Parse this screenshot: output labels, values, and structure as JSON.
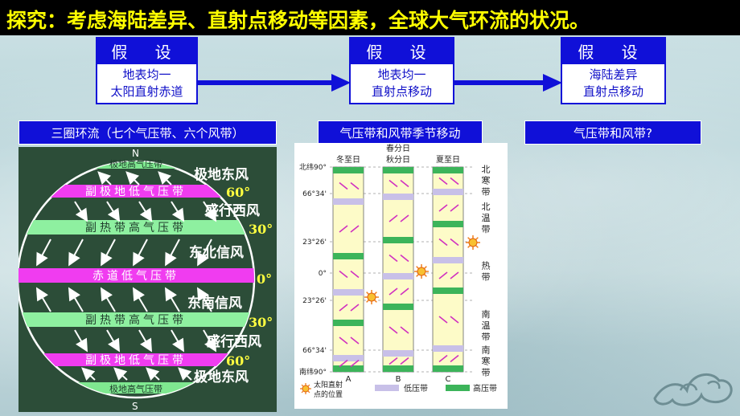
{
  "title": "探究：考虑海陆差异、直射点移动等因素，全球大气环流的状况。",
  "hypotheses": [
    {
      "head": "假 设",
      "line1": "地表均一",
      "line2": "太阳直射赤道",
      "result": "三圈环流（七个气压带、六个风带）"
    },
    {
      "head": "假 设",
      "line1": "地表均一",
      "line2": "直射点移动",
      "result": "气压带和风带季节移动"
    },
    {
      "head": "假 设",
      "line1": "海陆差异",
      "line2": "直射点移动",
      "result": "气压带和风带?"
    }
  ],
  "circulation": {
    "north": "N",
    "south": "S",
    "bands": [
      {
        "label": "极地高气压带",
        "color": "#7fe890"
      },
      {
        "label": "副极地低气压带",
        "color": "#f03cf0"
      },
      {
        "label": "副热带高气压带",
        "color": "#8ef0a0"
      },
      {
        "label": "赤道低气压带",
        "color": "#f03cf0"
      },
      {
        "label": "副热带高气压带",
        "color": "#8ef0a0"
      },
      {
        "label": "副极地低气压带",
        "color": "#f03cf0"
      },
      {
        "label": "极地高气压带",
        "color": "#7fe890"
      }
    ],
    "winds": [
      "极地东风",
      "盛行西风",
      "东北信风",
      "东南信风",
      "盛行西风",
      "极地东风"
    ],
    "lat_labels": [
      "60°",
      "30°",
      "0°",
      "30°",
      "60°"
    ]
  },
  "seasonal": {
    "columns": [
      "冬至日",
      "春分日\n秋分日",
      "夏至日"
    ],
    "column_letters": [
      "A",
      "B",
      "C"
    ],
    "lat_labels": [
      "北纬90°",
      "66°34'",
      "23°26'",
      "0°",
      "23°26'",
      "66°34'",
      "南纬90°"
    ],
    "zones": [
      "北寒带",
      "北温带",
      "热带",
      "南温带",
      "南寒带"
    ],
    "legend": [
      "太阳直射点的位置",
      "低压带",
      "高压带"
    ],
    "colors": {
      "low": "#c8c0e8",
      "high": "#3cb45a",
      "band": "#fdfbc8",
      "arrow": "#d030c0"
    }
  }
}
